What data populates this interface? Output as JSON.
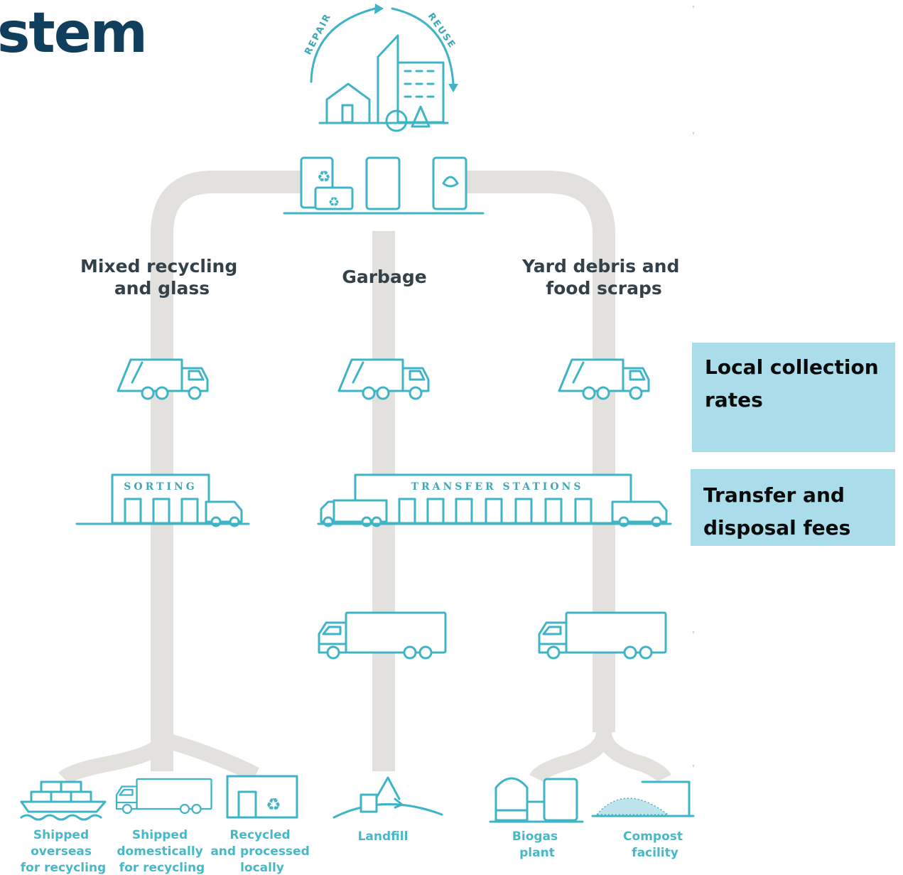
{
  "slide": {
    "title_fragment": "stem"
  },
  "cycle": {
    "left_arc": "REPAIR",
    "right_arc": "REUSE"
  },
  "streams": {
    "recycling": "Mixed recycling\nand glass",
    "garbage": "Garbage",
    "organics": "Yard debris and\nfood scraps"
  },
  "facilities": {
    "sorting": "SORTING",
    "transfer": "TRANSFER STATIONS"
  },
  "destinations": {
    "overseas": "Shipped\noverseas\nfor recycling",
    "domestic": "Shipped\ndomestically\nfor recycling",
    "local": "Recycled\nand processed\nlocally",
    "landfill": "Landfill",
    "biogas": "Biogas\nplant",
    "compost": "Compost\nfacility"
  },
  "callouts": {
    "collection": "Local collection\nrates",
    "fees": "Transfer and\ndisposal fees"
  },
  "colors": {
    "icon": "#3fb4c6",
    "pipe": "#e3e1dd",
    "title": "#0f3f5c",
    "callout_bg": "#aadde9"
  }
}
